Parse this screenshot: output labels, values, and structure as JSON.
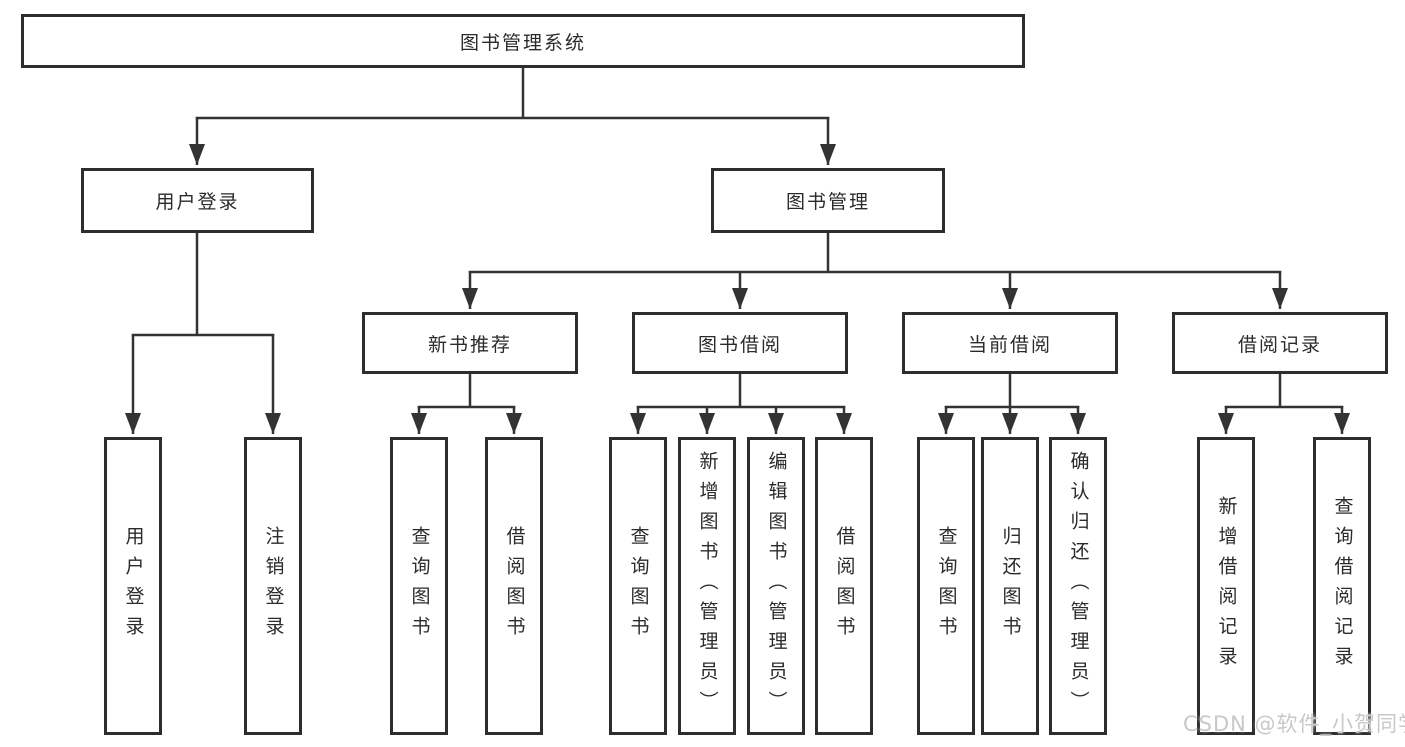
{
  "tree": {
    "label": "图书管理系统",
    "children": [
      {
        "label": "用户登录",
        "children": [
          {
            "label": "用户登录"
          },
          {
            "label": "注销登录"
          }
        ]
      },
      {
        "label": "图书管理",
        "children": [
          {
            "label": "新书推荐",
            "children": [
              {
                "label": "查询图书"
              },
              {
                "label": "借阅图书"
              }
            ]
          },
          {
            "label": "图书借阅",
            "children": [
              {
                "label": "查询图书"
              },
              {
                "label": "新增图书（管理员）"
              },
              {
                "label": "编辑图书（管理员）"
              },
              {
                "label": "借阅图书"
              }
            ]
          },
          {
            "label": "当前借阅",
            "children": [
              {
                "label": "查询图书"
              },
              {
                "label": "归还图书"
              },
              {
                "label": "确认归还（管理员）"
              }
            ]
          },
          {
            "label": "借阅记录",
            "children": [
              {
                "label": "新增借阅记录"
              },
              {
                "label": "查询借阅记录"
              }
            ]
          }
        ]
      }
    ]
  },
  "watermark": {
    "text": "CSDN @软件_小贺同学"
  },
  "colors": {
    "line": "#333333",
    "border": "#2d2d2d",
    "text": "#2b2b2b",
    "watermark": "#c9c9c9",
    "background": "#ffffff"
  }
}
